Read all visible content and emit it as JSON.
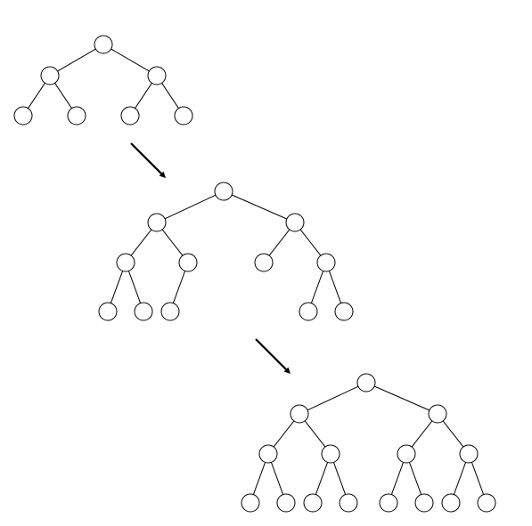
{
  "diagram": {
    "type": "tree-transformation",
    "description_source": "visual-only",
    "colors": {
      "background": "#ffffff",
      "line": "#000000",
      "node_fill": "#ffffff"
    },
    "trees": [
      {
        "name": "tree-1",
        "levels": 3,
        "node_count": 7,
        "edges": [
          [
            "r",
            "a"
          ],
          [
            "r",
            "b"
          ],
          [
            "a",
            "c"
          ],
          [
            "a",
            "d"
          ],
          [
            "b",
            "e"
          ],
          [
            "b",
            "f"
          ]
        ]
      },
      {
        "name": "tree-2",
        "levels": 4,
        "node_count": 12,
        "edges": [
          [
            "r",
            "a"
          ],
          [
            "r",
            "b"
          ],
          [
            "a",
            "c"
          ],
          [
            "a",
            "d"
          ],
          [
            "b",
            "e"
          ],
          [
            "b",
            "f"
          ],
          [
            "c",
            "g"
          ],
          [
            "c",
            "h"
          ],
          [
            "d",
            "i"
          ],
          [
            "f",
            "j"
          ],
          [
            "f",
            "k"
          ]
        ]
      },
      {
        "name": "tree-3",
        "levels": 4,
        "node_count": 15,
        "edges": [
          [
            "r",
            "a"
          ],
          [
            "r",
            "b"
          ],
          [
            "a",
            "c"
          ],
          [
            "a",
            "d"
          ],
          [
            "b",
            "e"
          ],
          [
            "b",
            "f"
          ],
          [
            "c",
            "g"
          ],
          [
            "c",
            "h"
          ],
          [
            "d",
            "i"
          ],
          [
            "d",
            "j"
          ],
          [
            "e",
            "k"
          ],
          [
            "e",
            "l"
          ],
          [
            "f",
            "m"
          ],
          [
            "f",
            "n"
          ]
        ]
      }
    ],
    "arrows": [
      {
        "name": "arrow-1",
        "direction": "down-right"
      },
      {
        "name": "arrow-2",
        "direction": "down-right"
      }
    ]
  }
}
